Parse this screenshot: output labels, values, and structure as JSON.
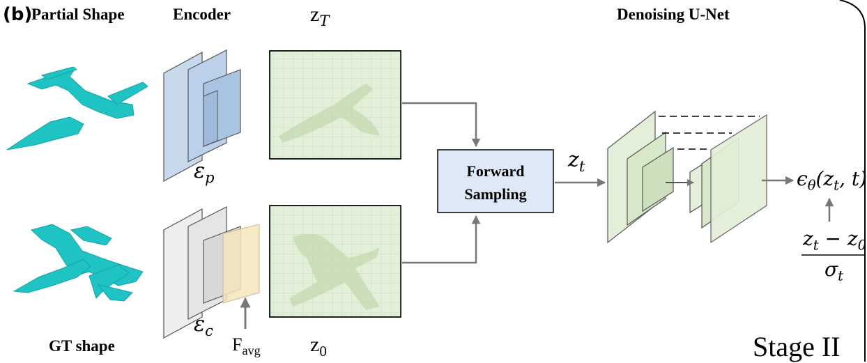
{
  "panel_label": "(b)",
  "headers": {
    "partial_shape": "Partial Shape",
    "encoder": "Encoder",
    "denoising_unet": "Denoising U-Net",
    "gt_shape": "GT shape"
  },
  "latents": {
    "zT_base": "z",
    "zT_sub": "T",
    "z0_base": "z",
    "z0_sub": "0",
    "zt_base": "z",
    "zt_sub": "t"
  },
  "encoders": {
    "ep_base": "ε",
    "ep_sub": "p",
    "ec_base": "ε",
    "ec_sub": "c",
    "favg_base": "F",
    "favg_sub": "avg"
  },
  "forward_sampling": {
    "line1": "Forward",
    "line2": "Sampling"
  },
  "output": {
    "epsilon": "ϵ",
    "theta": "θ",
    "args": "(z",
    "args_sub": "t",
    "args_end": ", t)",
    "frac_num": "z",
    "frac_num_sub1": "t",
    "frac_num_mid": " − z",
    "frac_num_sub2": "0",
    "frac_den": "σ",
    "frac_den_sub": "t"
  },
  "stage_label": "Stage II",
  "colors": {
    "shape_cyan": "#1fc3c3",
    "encoder_blue": "#c9d9ec",
    "encoder_blue_dark": "#9fb9dd",
    "encoder_gray": "#e3e3e3",
    "favg_yellow": "#f5e6bd",
    "latent_green": "#e3efd9",
    "unet_green": "#e3efd8",
    "forward_box": "#dde9f6",
    "arrow_gray": "#777777"
  }
}
